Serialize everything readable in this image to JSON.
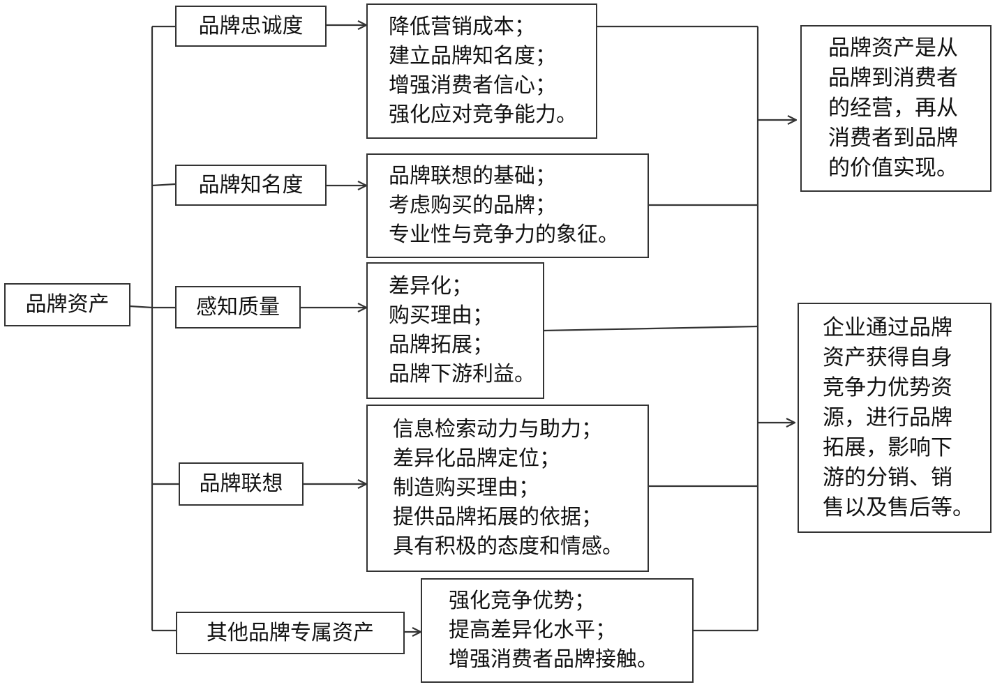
{
  "root": {
    "label": "品牌资产"
  },
  "dimensions": [
    {
      "label": "品牌忠诚度",
      "effects": [
        "降低营销成本；",
        "建立品牌知名度；",
        "增强消费者信心；",
        "强化应对竞争能力。"
      ]
    },
    {
      "label": "品牌知名度",
      "effects": [
        "品牌联想的基础；",
        "考虑购买的品牌；",
        "专业性与竞争力的象征。"
      ]
    },
    {
      "label": "感知质量",
      "effects": [
        "差异化；",
        "购买理由；",
        "品牌拓展；",
        "品牌下游利益。"
      ]
    },
    {
      "label": "品牌联想",
      "effects": [
        "信息检索动力与助力；",
        "差异化品牌定位；",
        "制造购买理由；",
        "提供品牌拓展的依据；",
        "具有积极的态度和情感。"
      ]
    },
    {
      "label": "其他品牌专属资产",
      "effects": [
        "强化竞争优势；",
        "提高差异化水平；",
        "增强消费者品牌接触。"
      ]
    }
  ],
  "results": [
    {
      "lines": [
        "品牌资产是从",
        "品牌到消费者",
        "的经营，再从",
        "消费者到品牌",
        "的价值实现。"
      ]
    },
    {
      "lines": [
        "企业通过品牌",
        "资产获得自身",
        "竞争力优势资",
        "源，进行品牌",
        "拓展，影响下",
        "游的分销、销",
        "售以及售后等。"
      ]
    }
  ]
}
